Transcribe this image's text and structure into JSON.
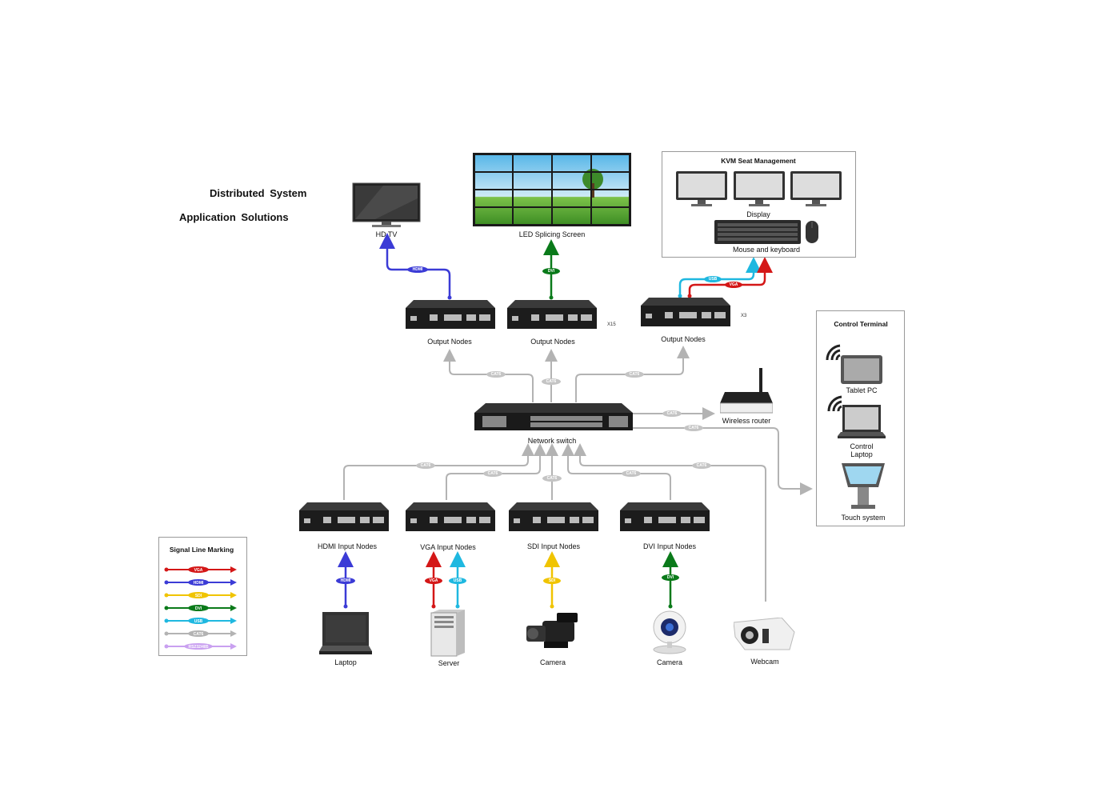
{
  "title": {
    "line1": "Distributed  System",
    "line2": "Application   Solutions"
  },
  "colors": {
    "hdmi": "#3b3bd6",
    "vga": "#d41717",
    "sdi": "#f0c400",
    "dvi": "#0a7a1a",
    "usb": "#1fb8e0",
    "cat6": "#b3b3b3",
    "rs": "#c9a0f0"
  },
  "devices": {
    "hdtv": "HD TV",
    "led": "LED Splicing Screen",
    "out1": "Output Nodes",
    "out2": "Output Nodes",
    "out3": "Output Nodes",
    "switch": "Network switch",
    "router": "Wireless router",
    "in_hdmi": "HDMI Input Nodes",
    "in_vga": "VGA Input Nodes",
    "in_sdi": "SDI Input Nodes",
    "in_dvi": "DVI Input Nodes",
    "laptop": "Laptop",
    "server": "Server",
    "camera1": "Camera",
    "camera2": "Camera",
    "webcam": "Webcam"
  },
  "multipliers": {
    "out2": "X15",
    "out3": "X3"
  },
  "kvm": {
    "title": "KVM Seat Management",
    "display": "Display",
    "mouse": "Mouse and keyboard"
  },
  "control": {
    "title": "Control Terminal",
    "tablet": "Tablet PC",
    "laptop_l1": "Control",
    "laptop_l2": "Laptop",
    "touch": "Touch system"
  },
  "line_tags": {
    "hdmi": "HDMI",
    "dvi": "DVI",
    "usb": "USB",
    "vga": "VGA",
    "sdi": "SDI",
    "cat6": "CAT6"
  },
  "legend": {
    "title": "Signal Line Marking",
    "items": [
      {
        "label": "VGA",
        "color": "#d41717"
      },
      {
        "label": "HDMI",
        "color": "#3b3bd6"
      },
      {
        "label": "SDI",
        "color": "#f0c400"
      },
      {
        "label": "DVI",
        "color": "#0a7a1a"
      },
      {
        "label": "USB",
        "color": "#1fb8e0"
      },
      {
        "label": "CAT6",
        "color": "#b3b3b3"
      },
      {
        "label": "RS232/485",
        "color": "#c9a0f0"
      }
    ]
  }
}
